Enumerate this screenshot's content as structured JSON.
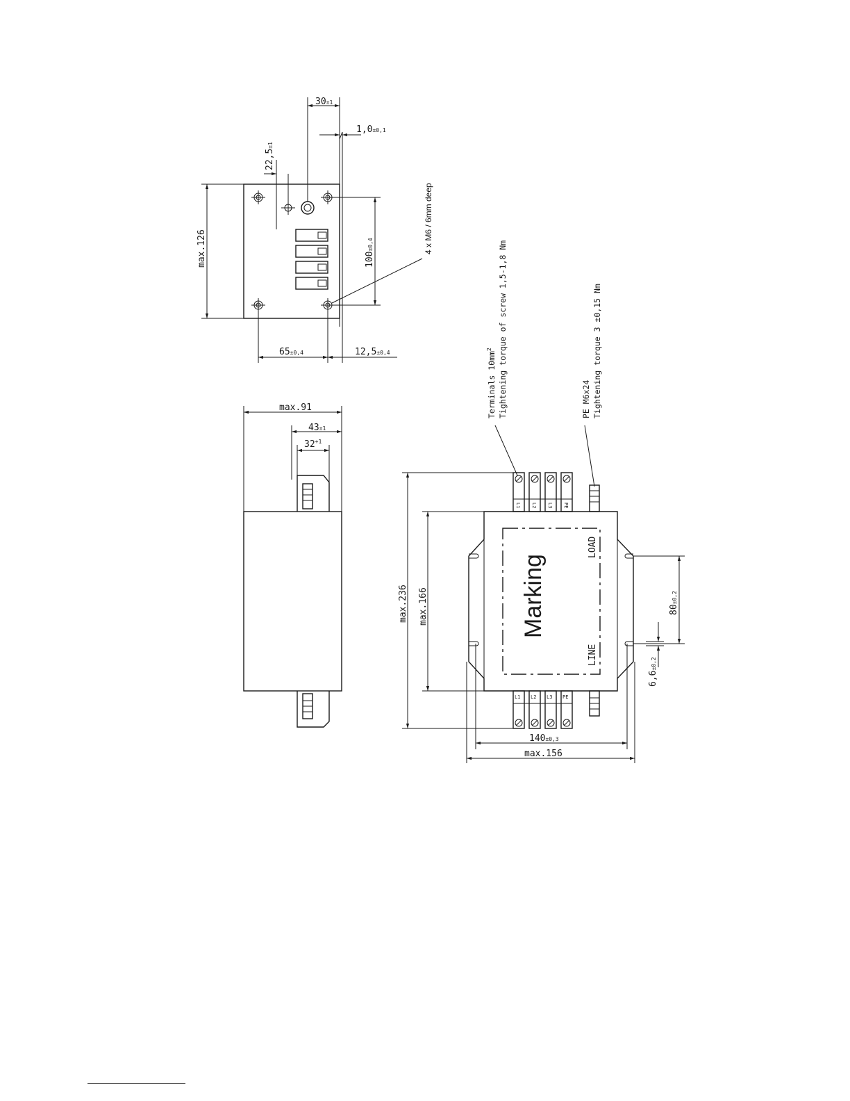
{
  "top_view": {
    "dim_30": "30",
    "dim_30_tol": "±1",
    "dim_1_0": "1,0",
    "dim_1_0_tol": "±0,1",
    "dim_22_5": "22,5",
    "dim_22_5_tol": "±1",
    "dim_max126": "max.126",
    "dim_100": "100",
    "dim_100_tol": "±0,4",
    "note_holes": "4 x M6 / 6mm deep",
    "dim_65": "65",
    "dim_65_tol": "±0,4",
    "dim_12_5": "12,5",
    "dim_12_5_tol": "±0,4"
  },
  "side_view": {
    "dim_max91": "max.91",
    "dim_43": "43",
    "dim_43_tol": "±1",
    "dim_32": "32",
    "dim_32_tol": "+1"
  },
  "front_view": {
    "note_terminals_1": "Terminals 10mm",
    "note_terminals_sup": "2",
    "note_terminals_2": "Tightening torque of screw 1,5-1,8 Nm",
    "note_pe_1": "PE M6x24",
    "note_pe_2": "Tightening torque 3 ±0,15 Nm",
    "dim_max236": "max.236",
    "dim_max166": "max.166",
    "marking": "Marking",
    "load": "LOAD",
    "line": "LINE",
    "dim_80": "80",
    "dim_80_tol": "±0,2",
    "dim_6_6": "6,6",
    "dim_6_6_tol": "±0,2",
    "dim_140": "140",
    "dim_140_tol": "±0,3",
    "dim_max156": "max.156",
    "terminal_labels_load": [
      "L1",
      "L2",
      "L3",
      "PE"
    ],
    "terminal_labels_line": [
      "L1",
      "L2",
      "L3",
      "PE"
    ]
  }
}
